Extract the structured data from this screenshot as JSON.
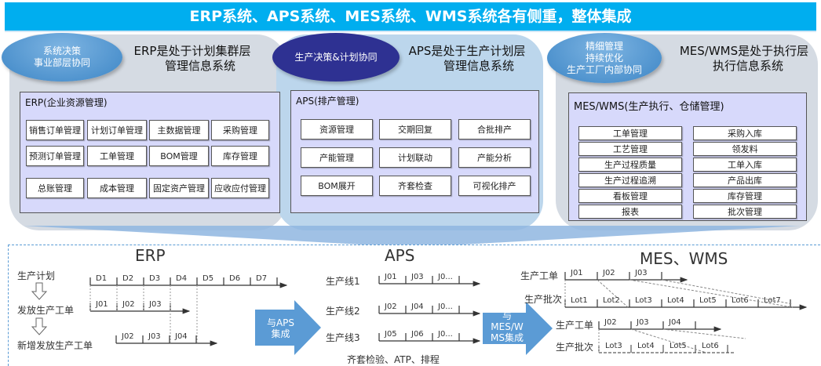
{
  "banner": {
    "title": "ERP系统、APS系统、MES系统、WMS系统各有侧重，整体集成"
  },
  "colors": {
    "banner": "#00aeef",
    "panel_gray": "#d5dbe3",
    "panel_blue": "#bcd6ec",
    "inner": "#d7d9fb",
    "oval_light": "#3d86c6",
    "oval_dark": "#2e3192",
    "arrow": "#5b9bd5"
  },
  "erp_panel": {
    "oval_lines": [
      "系统决策",
      "事业部层协同"
    ],
    "title_lines": [
      "ERP是处于计划集群层",
      "管理信息系统"
    ],
    "inner_title": "ERP(企业资源管理)",
    "modules": [
      [
        "销售订单管理",
        "计划订单管理",
        "主数据管理",
        "采购管理"
      ],
      [
        "预测订单管理",
        "工单管理",
        "BOM管理",
        "库存管理"
      ],
      [
        "总账管理",
        "成本管理",
        "固定资产管理",
        "应收应付管理"
      ]
    ]
  },
  "aps_panel": {
    "oval_lines": [
      "生产决策&计划协同"
    ],
    "title_lines": [
      "APS是处于生产计划层",
      "管理信息系统"
    ],
    "inner_title": "APS(排产管理)",
    "modules": [
      [
        "资源管理",
        "交期回复",
        "合批排产"
      ],
      [
        "产能管理",
        "计划联动",
        "产能分析"
      ],
      [
        "BOM展开",
        "齐套检查",
        "可视化排产"
      ]
    ]
  },
  "mes_panel": {
    "oval_lines": [
      "精细管理",
      "持续优化",
      "生产工厂内部协同"
    ],
    "title_lines": [
      "MES/WMS是处于执行层",
      "执行信息系统"
    ],
    "inner_title": "MES/WMS(生产执行、仓储管理)",
    "left_modules": [
      "工单管理",
      "工艺管理",
      "生产过程质量",
      "生产过程追溯",
      "看板管理",
      "报表"
    ],
    "right_modules": [
      "采购入库",
      "领发料",
      "工单入库",
      "产品出库",
      "库存管理",
      "批次管理"
    ]
  },
  "erp_flow": {
    "title": "ERP",
    "steps": [
      "生产计划",
      "发放生产工单",
      "新增发放生产工单"
    ],
    "days": [
      "D1",
      "D2",
      "D3",
      "D4",
      "D5",
      "D6",
      "D7"
    ],
    "orders_1": [
      "J01",
      "J02",
      "J03"
    ],
    "orders_2": [
      "J02",
      "J03",
      "J04"
    ]
  },
  "aps_arrow": {
    "lines": [
      "与APS",
      "集成"
    ]
  },
  "aps_flow": {
    "title": "APS",
    "lines": [
      {
        "label": "生产线1",
        "jobs": [
          "J01",
          "J03",
          "J0..."
        ]
      },
      {
        "label": "生产线2",
        "jobs": [
          "J02",
          "J04",
          "J0..."
        ]
      },
      {
        "label": "生产线3",
        "jobs": [
          "J05",
          "J06",
          "J0..."
        ]
      }
    ],
    "footer": "齐套检验、ATP、排程"
  },
  "mes_arrow": {
    "lines": [
      "与",
      "MES/W",
      "MS集成"
    ]
  },
  "mes_flow": {
    "title": "MES、WMS",
    "group1": {
      "order_label": "生产工单",
      "orders": [
        "J01",
        "J02",
        "J03"
      ],
      "lot_label": "生产批次",
      "lots": [
        "Lot1",
        "Lot2",
        "Lot3",
        "Lot4",
        "Lot5",
        "Lot6",
        "Lot7"
      ]
    },
    "group2": {
      "order_label": "生产工单",
      "orders": [
        "J02",
        "J03",
        "J04"
      ],
      "lot_label": "生产批次",
      "lots": [
        "Lot3",
        "Lot4",
        "Lot5",
        "Lot6"
      ]
    }
  }
}
